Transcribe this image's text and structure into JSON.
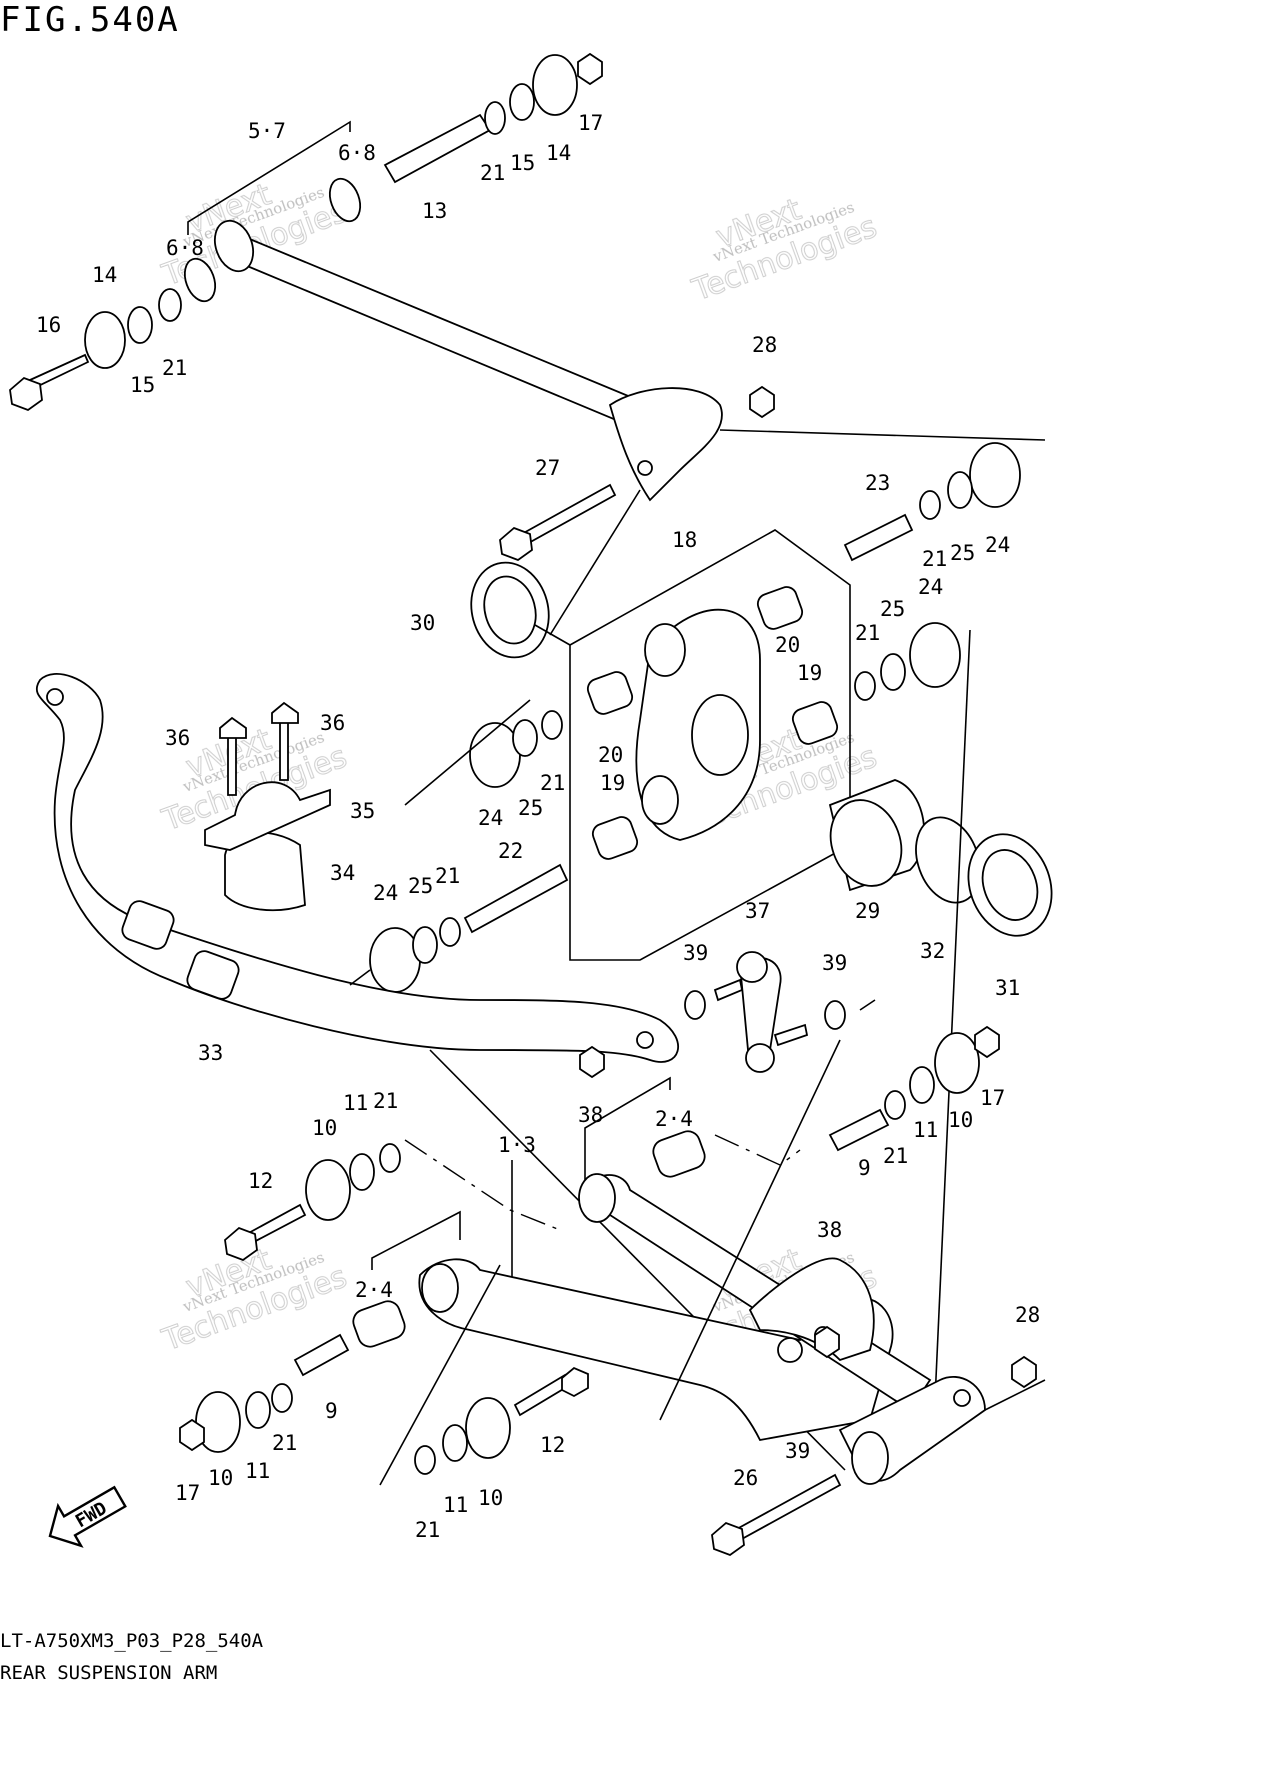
{
  "header": {
    "figure_title": "FIG.540A"
  },
  "footer": {
    "model_code": "LT-A750XM3_P03_P28_540A",
    "diagram_name": "REAR SUSPENSION ARM"
  },
  "watermark": {
    "line1": "vNext Technologies",
    "line2": "vNext",
    "line3": "Technologies"
  },
  "fwd_badge": "FWD",
  "callouts": [
    {
      "id": "c1",
      "text": "5·7"
    },
    {
      "id": "c2",
      "text": "6·8"
    },
    {
      "id": "c3",
      "text": "13"
    },
    {
      "id": "c4",
      "text": "21"
    },
    {
      "id": "c5",
      "text": "15"
    },
    {
      "id": "c6",
      "text": "14"
    },
    {
      "id": "c7",
      "text": "17"
    },
    {
      "id": "c8",
      "text": "6·8"
    },
    {
      "id": "c9",
      "text": "14"
    },
    {
      "id": "c10",
      "text": "16"
    },
    {
      "id": "c11",
      "text": "15"
    },
    {
      "id": "c12",
      "text": "21"
    },
    {
      "id": "c13",
      "text": "28"
    },
    {
      "id": "c14",
      "text": "27"
    },
    {
      "id": "c15",
      "text": "23"
    },
    {
      "id": "c16",
      "text": "21"
    },
    {
      "id": "c17",
      "text": "25"
    },
    {
      "id": "c18",
      "text": "24"
    },
    {
      "id": "c19",
      "text": "18"
    },
    {
      "id": "c20",
      "text": "30"
    },
    {
      "id": "c21",
      "text": "20"
    },
    {
      "id": "c22",
      "text": "25"
    },
    {
      "id": "c23",
      "text": "24"
    },
    {
      "id": "c24",
      "text": "21"
    },
    {
      "id": "c25",
      "text": "19"
    },
    {
      "id": "c26",
      "text": "36"
    },
    {
      "id": "c27",
      "text": "36"
    },
    {
      "id": "c28",
      "text": "35"
    },
    {
      "id": "c29",
      "text": "20"
    },
    {
      "id": "c30",
      "text": "24"
    },
    {
      "id": "c31",
      "text": "25"
    },
    {
      "id": "c32",
      "text": "21"
    },
    {
      "id": "c33",
      "text": "19"
    },
    {
      "id": "c34",
      "text": "34"
    },
    {
      "id": "c35",
      "text": "22"
    },
    {
      "id": "c36",
      "text": "24"
    },
    {
      "id": "c37",
      "text": "25"
    },
    {
      "id": "c38",
      "text": "21"
    },
    {
      "id": "c39",
      "text": "29"
    },
    {
      "id": "c40",
      "text": "32"
    },
    {
      "id": "c41",
      "text": "31"
    },
    {
      "id": "c42",
      "text": "37"
    },
    {
      "id": "c43",
      "text": "39"
    },
    {
      "id": "c44",
      "text": "39"
    },
    {
      "id": "c45",
      "text": "33"
    },
    {
      "id": "c46",
      "text": "38"
    },
    {
      "id": "c47",
      "text": "11"
    },
    {
      "id": "c48",
      "text": "21"
    },
    {
      "id": "c49",
      "text": "10"
    },
    {
      "id": "c50",
      "text": "12"
    },
    {
      "id": "c51",
      "text": "1·3"
    },
    {
      "id": "c52",
      "text": "2·4"
    },
    {
      "id": "c53",
      "text": "9"
    },
    {
      "id": "c54",
      "text": "21"
    },
    {
      "id": "c55",
      "text": "11"
    },
    {
      "id": "c56",
      "text": "10"
    },
    {
      "id": "c57",
      "text": "17"
    },
    {
      "id": "c58",
      "text": "38"
    },
    {
      "id": "c59",
      "text": "28"
    },
    {
      "id": "c60",
      "text": "2·4"
    },
    {
      "id": "c61",
      "text": "9"
    },
    {
      "id": "c62",
      "text": "21"
    },
    {
      "id": "c63",
      "text": "11"
    },
    {
      "id": "c64",
      "text": "10"
    },
    {
      "id": "c65",
      "text": "17"
    },
    {
      "id": "c66",
      "text": "12"
    },
    {
      "id": "c67",
      "text": "39"
    },
    {
      "id": "c68",
      "text": "26"
    },
    {
      "id": "c69",
      "text": "21"
    },
    {
      "id": "c70",
      "text": "11"
    },
    {
      "id": "c71",
      "text": "10"
    }
  ]
}
